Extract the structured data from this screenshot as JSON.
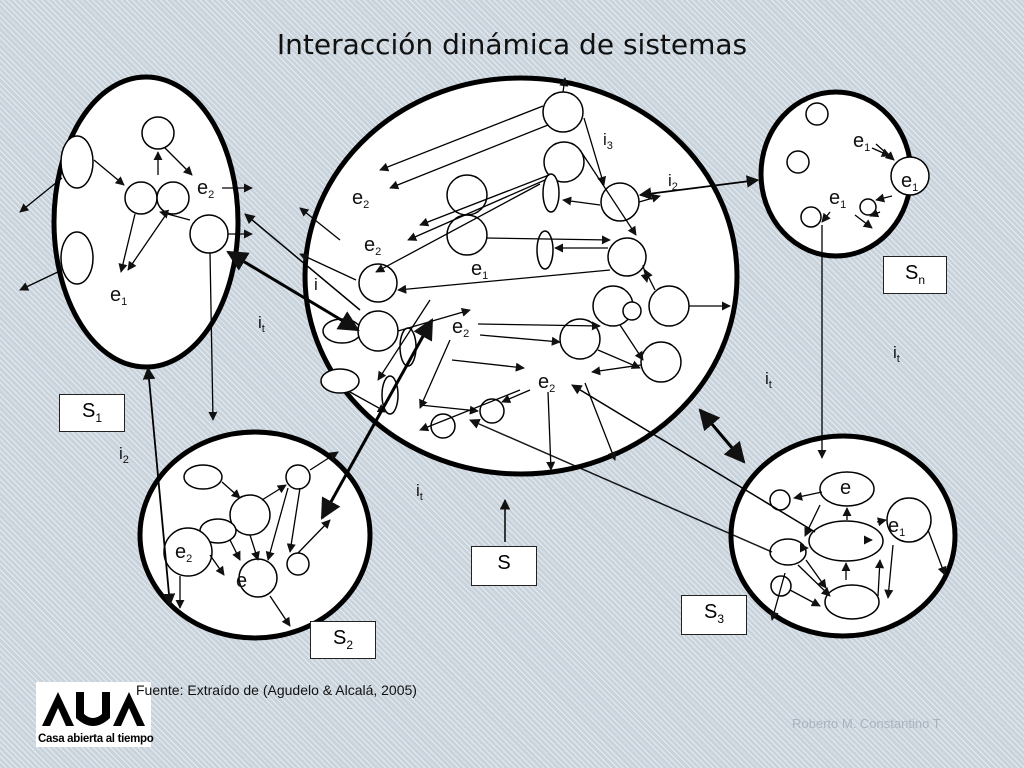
{
  "title": "Interacción dinámica de sistemas",
  "system_boxes": {
    "s1": {
      "main": "S",
      "sub": "1"
    },
    "s2": {
      "main": "S",
      "sub": "2"
    },
    "s3": {
      "main": "S",
      "sub": "3"
    },
    "sn": {
      "main": "S",
      "sub": "n"
    },
    "s": {
      "main": "S",
      "sub": ""
    }
  },
  "element_labels": {
    "e": "e",
    "e1": {
      "main": "e",
      "sub": "1"
    },
    "e2": {
      "main": "e",
      "sub": "2"
    }
  },
  "interaction_labels": {
    "i": "i",
    "i2": {
      "main": "i",
      "sub": "2"
    },
    "i3": {
      "main": "i",
      "sub": "3"
    },
    "it": {
      "main": "i",
      "sub": "t"
    }
  },
  "caption": "Fuente: Extraído de (Agudelo & Alcalá, 2005)",
  "logo_text": "Casa abierta al tiempo",
  "author": "Roberto M. Constantino T"
}
